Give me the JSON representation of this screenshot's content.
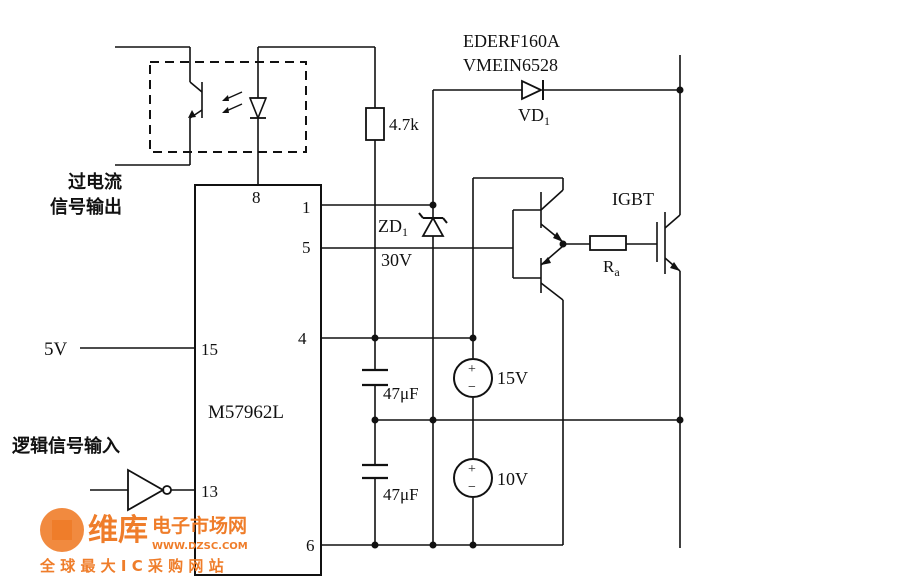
{
  "labels": {
    "overcurrent_line1": "过电流",
    "overcurrent_line2": "信号输出",
    "logic_input": "逻辑信号输入",
    "supply_5v": "5V",
    "ic_name": "M57962L",
    "resistor": "4.7k",
    "zener_name": "ZD",
    "zener_sub": "1",
    "zener_voltage": "30V",
    "diode_part1": "EDERF160A",
    "diode_part2": "VMEIN6528",
    "diode_name": "VD",
    "diode_sub": "1",
    "igbt": "IGBT",
    "gate_resistor": "R",
    "gate_resistor_sub": "a",
    "cap_top": "47μF",
    "cap_bottom": "47μF",
    "source_15v": "15V",
    "source_10v": "10V",
    "plus_sign": "+",
    "minus_sign": "−"
  },
  "pins": {
    "p8": "8",
    "p1": "1",
    "p5": "5",
    "p4": "4",
    "p15": "15",
    "p13": "13",
    "p6": "6"
  },
  "watermark": {
    "brand": "维库",
    "site_name": "电子市场网",
    "url": "WWW.DZSC.COM",
    "slogan": "全 球 最 大 I C 采 购 网 站",
    "brand_color": "#ef7d2a"
  }
}
